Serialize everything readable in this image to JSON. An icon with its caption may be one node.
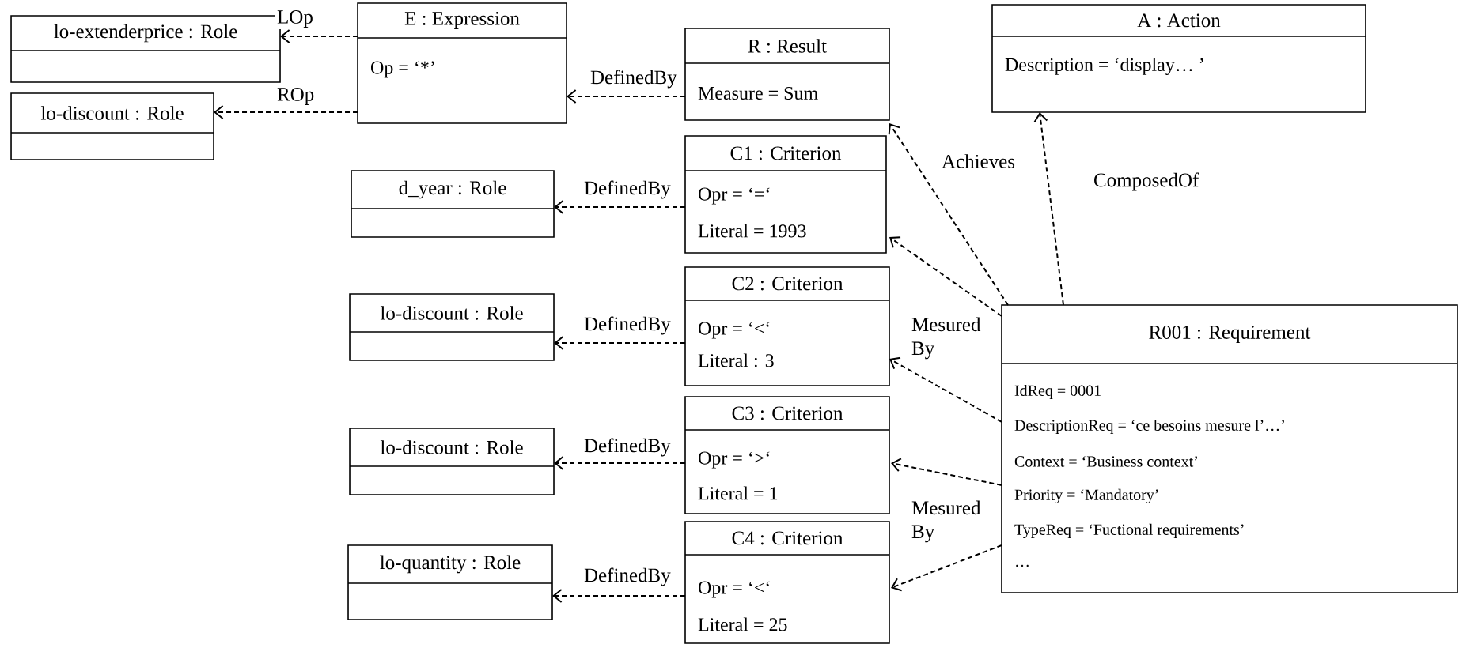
{
  "diagram": {
    "nodes": [
      {
        "text": [
          "E : Expression",
          "Op = ‘*’"
        ]
      },
      {
        "text": [
          "lo-extenderprice : Role"
        ]
      },
      {
        "text": [
          "lo-discount : Role"
        ]
      },
      {
        "text": [
          "R : Result",
          "Measure = Sum"
        ]
      },
      {
        "text": [
          "A : Action",
          "Description = ‘display… ’"
        ]
      },
      {
        "text": [
          "C1 : Criterion",
          "Opr = ‘=‘",
          "Literal = 1993"
        ]
      },
      {
        "text": [
          "d_year : Role"
        ]
      },
      {
        "text": [
          "C2 : Criterion",
          "Opr = ‘<‘",
          "Literal   : 3"
        ]
      },
      {
        "text": [
          "lo-discount : Role"
        ]
      },
      {
        "text": [
          "C3 : Criterion",
          "Opr  = ‘>‘",
          "Literal = 1"
        ]
      },
      {
        "text": [
          "lo-discount : Role"
        ]
      },
      {
        "text": [
          "C4 : Criterion",
          "Opr = ‘<‘",
          "Literal = 25"
        ]
      },
      {
        "text": [
          "lo-quantity : Role"
        ]
      },
      {
        "text": [
          "R001 : Requirement",
          "IdReq = 0001",
          "DescriptionReq = ‘ce besoins mesure l’…’",
          "Context = ‘Business context’",
          "Priority = ‘Mandatory’",
          "TypeReq = ‘Fuctional requirements’",
          "…"
        ]
      }
    ],
    "edges": [
      {
        "from": 0,
        "to": 1,
        "arrow": "to",
        "style": "dashed",
        "label": "LOp"
      },
      {
        "from": 0,
        "to": 2,
        "arrow": "to",
        "style": "dashed",
        "label": "ROp"
      },
      {
        "from": 3,
        "to": 0,
        "arrow": "to",
        "style": "dashed",
        "label": "DefinedBy"
      },
      {
        "from": 5,
        "to": 6,
        "arrow": "to",
        "style": "dashed",
        "label": "DefinedBy"
      },
      {
        "from": 7,
        "to": 8,
        "arrow": "to",
        "style": "dashed",
        "label": "DefinedBy"
      },
      {
        "from": 9,
        "to": 10,
        "arrow": "to",
        "style": "dashed",
        "label": "DefinedBy"
      },
      {
        "from": 11,
        "to": 12,
        "arrow": "to",
        "style": "dashed",
        "label": "DefinedBy"
      },
      {
        "from": 13,
        "to": 3,
        "arrow": "to",
        "style": "dashed",
        "label": "Achieves"
      },
      {
        "from": 13,
        "to": 4,
        "arrow": "to",
        "style": "dashed",
        "label": "ComposedOf"
      },
      {
        "from": 13,
        "to": 5,
        "arrow": "to",
        "style": "dashed"
      },
      {
        "from": 13,
        "to": 7,
        "arrow": "to",
        "style": "dashed",
        "label": "Mesured By"
      },
      {
        "from": 13,
        "to": 9,
        "arrow": "to",
        "style": "dashed",
        "label": "Mesured By"
      },
      {
        "from": 13,
        "to": 11,
        "arrow": "to",
        "style": "dashed"
      }
    ]
  }
}
